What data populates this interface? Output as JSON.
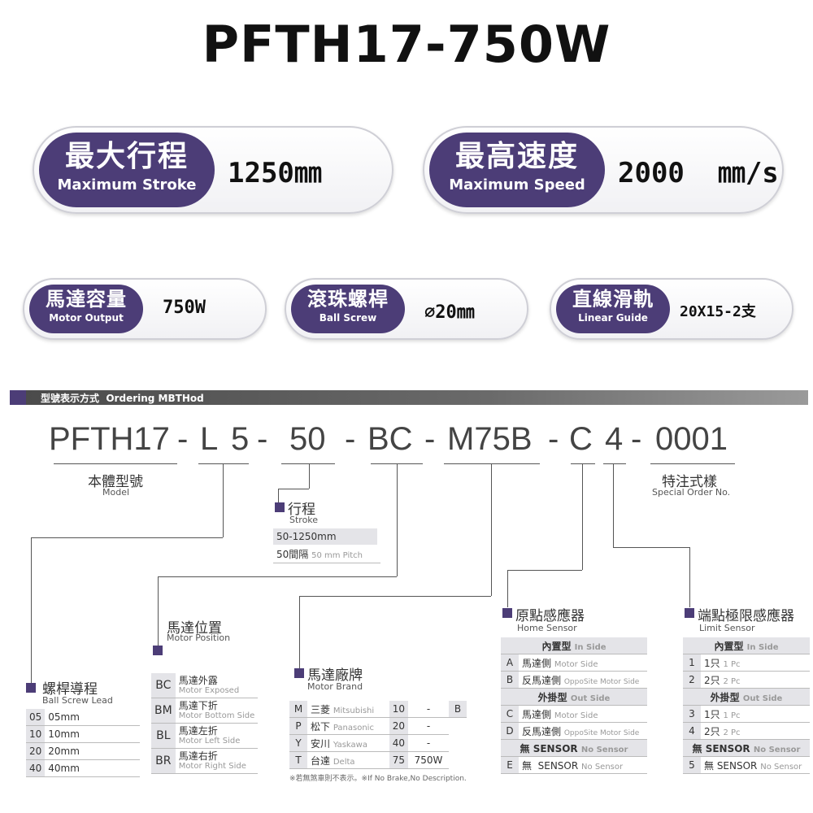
{
  "title": "PFTH17-750W",
  "specs_big": [
    {
      "zh": "最大行程",
      "en": "Maximum Stroke",
      "value": "1250㎜"
    },
    {
      "zh": "最高速度",
      "en": "Maximum Speed",
      "value": "2000  ㎜/s"
    }
  ],
  "specs_small": [
    {
      "zh": "馬達容量",
      "en": "Motor Output",
      "value": "750W"
    },
    {
      "zh": "滾珠螺桿",
      "en": "Ball Screw",
      "value": "⌀20㎜"
    },
    {
      "zh": "直線滑軌",
      "en": "Linear Guide",
      "value": "20X15-2支"
    }
  ],
  "ordering": {
    "header": "型號表示方式  Ordering MBTHod",
    "code_parts": [
      "PFTH17",
      "-",
      "L",
      "5",
      "-",
      "50",
      "-",
      "BC",
      "-",
      "M75B",
      "-",
      "C",
      "4",
      "-",
      "0001"
    ],
    "model": {
      "zh": "本體型號",
      "en": "Model"
    },
    "special": {
      "zh": "特注式樣",
      "en": "Special Order No."
    },
    "stroke": {
      "zh": "行程",
      "en": "Stroke",
      "range": "50-1250mm",
      "pitch_zh": "50間隔",
      "pitch_en": "50 mm Pitch"
    },
    "motor_position": {
      "zh": "馬達位置",
      "en": "Motor Position",
      "rows": [
        {
          "code": "BC",
          "zh": "馬達外露",
          "en": "Motor Exposed"
        },
        {
          "code": "BM",
          "zh": "馬達下折",
          "en": "Motor Bottom Side"
        },
        {
          "code": "BL",
          "zh": "馬達左折",
          "en": "Motor Left Side"
        },
        {
          "code": "BR",
          "zh": "馬達右折",
          "en": "Motor Right Side"
        }
      ]
    },
    "lead": {
      "zh": "螺桿導程",
      "en": "Ball Screw Lead",
      "rows": [
        {
          "code": "05",
          "val": "05mm"
        },
        {
          "code": "10",
          "val": "10mm"
        },
        {
          "code": "20",
          "val": "20mm"
        },
        {
          "code": "40",
          "val": "40mm"
        }
      ]
    },
    "motor_brand": {
      "zh": "馬達廠牌",
      "en": "Motor Brand",
      "rows": [
        {
          "code": "M",
          "zh": "三菱",
          "en": "Mitsubishi",
          "n": "10",
          "w": "-",
          "b": "B"
        },
        {
          "code": "P",
          "zh": "松下",
          "en": "Panasonic",
          "n": "20",
          "w": "-",
          "b": ""
        },
        {
          "code": "Y",
          "zh": "安川",
          "en": "Yaskawa",
          "n": "40",
          "w": "-",
          "b": ""
        },
        {
          "code": "T",
          "zh": "台達",
          "en": "Delta",
          "n": "75",
          "w": "750W",
          "b": ""
        }
      ],
      "note_zh": "※若無煞車則不表示。",
      "note_en": "※If No Brake,No Description."
    },
    "home_sensor": {
      "zh": "原點感應器",
      "en": "Home Sensor",
      "inside_zh": "內置型",
      "inside_en": "In Side",
      "outside_zh": "外掛型",
      "outside_en": "Out Side",
      "none_zh": "無 SENSOR",
      "none_en": "No Sensor",
      "rows_in": [
        {
          "code": "A",
          "zh": "馬達側",
          "en": "Motor Side"
        },
        {
          "code": "B",
          "zh": "反馬達側",
          "en": "OppoSite Motor Side"
        }
      ],
      "rows_out": [
        {
          "code": "C",
          "zh": "馬達側",
          "en": "Motor Side"
        },
        {
          "code": "D",
          "zh": "反馬達側",
          "en": "OppoSite Motor Side"
        }
      ],
      "row_none": {
        "code": "E",
        "zh": "無  SENSOR",
        "en": "No Sensor"
      }
    },
    "limit_sensor": {
      "zh": "端點極限感應器",
      "en": "Limit Sensor",
      "inside_zh": "內置型",
      "inside_en": "In Side",
      "outside_zh": "外掛型",
      "outside_en": "Out Side",
      "none_zh": "無 SENSOR",
      "none_en": "No Sensor",
      "rows_in": [
        {
          "code": "1",
          "zh": "1只",
          "en": "1 Pc"
        },
        {
          "code": "2",
          "zh": "2只",
          "en": "2 Pc"
        }
      ],
      "rows_out": [
        {
          "code": "3",
          "zh": "1只",
          "en": "1 Pc"
        },
        {
          "code": "4",
          "zh": "2只",
          "en": "2 Pc"
        }
      ],
      "row_none": {
        "code": "5",
        "zh": "無 SENSOR",
        "en": "No Sensor"
      }
    }
  }
}
